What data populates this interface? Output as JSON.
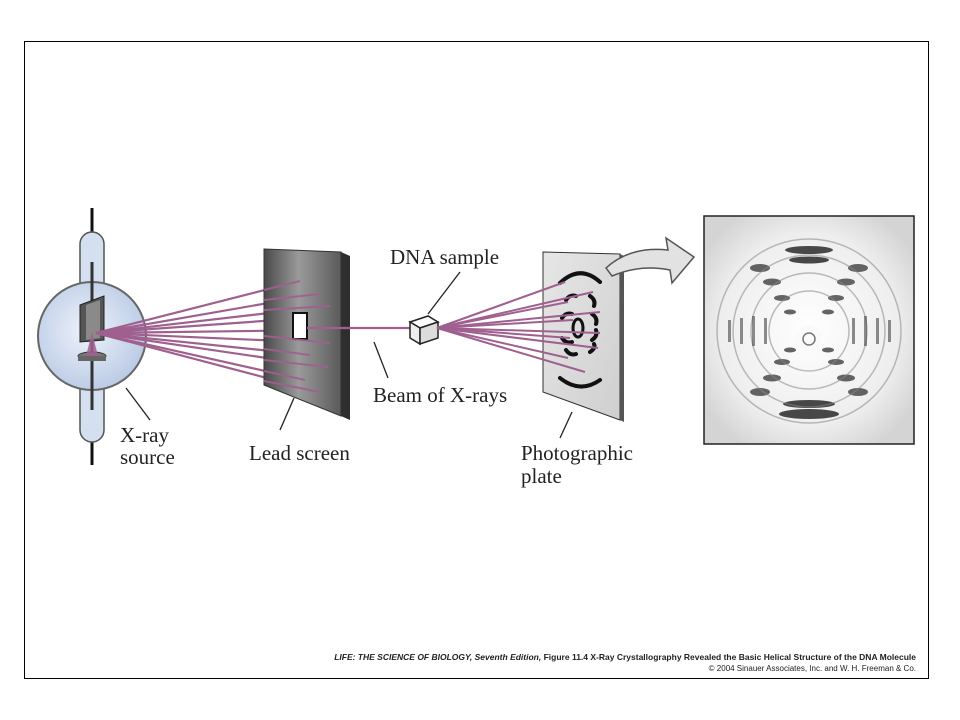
{
  "labels": {
    "xray_source_line1": "X-ray",
    "xray_source_line2": "source",
    "lead_screen": "Lead screen",
    "dna_sample": "DNA sample",
    "beam": "Beam of X-rays",
    "plate_line1": "Photographic",
    "plate_line2": "plate"
  },
  "caption": {
    "book": "LIFE: THE SCIENCE OF BIOLOGY,",
    "edition": "Seventh Edition,",
    "figure": "Figure 11.4 X-Ray Crystallography Revealed the Basic Helical Structure of the DNA Molecule",
    "copyright": "© 2004 Sinauer Associates, Inc. and W. H. Freeman & Co."
  },
  "colors": {
    "beam": "#a0608f",
    "tube_glass": "#c9d6ec",
    "lead_screen": "#6e6e6e"
  }
}
